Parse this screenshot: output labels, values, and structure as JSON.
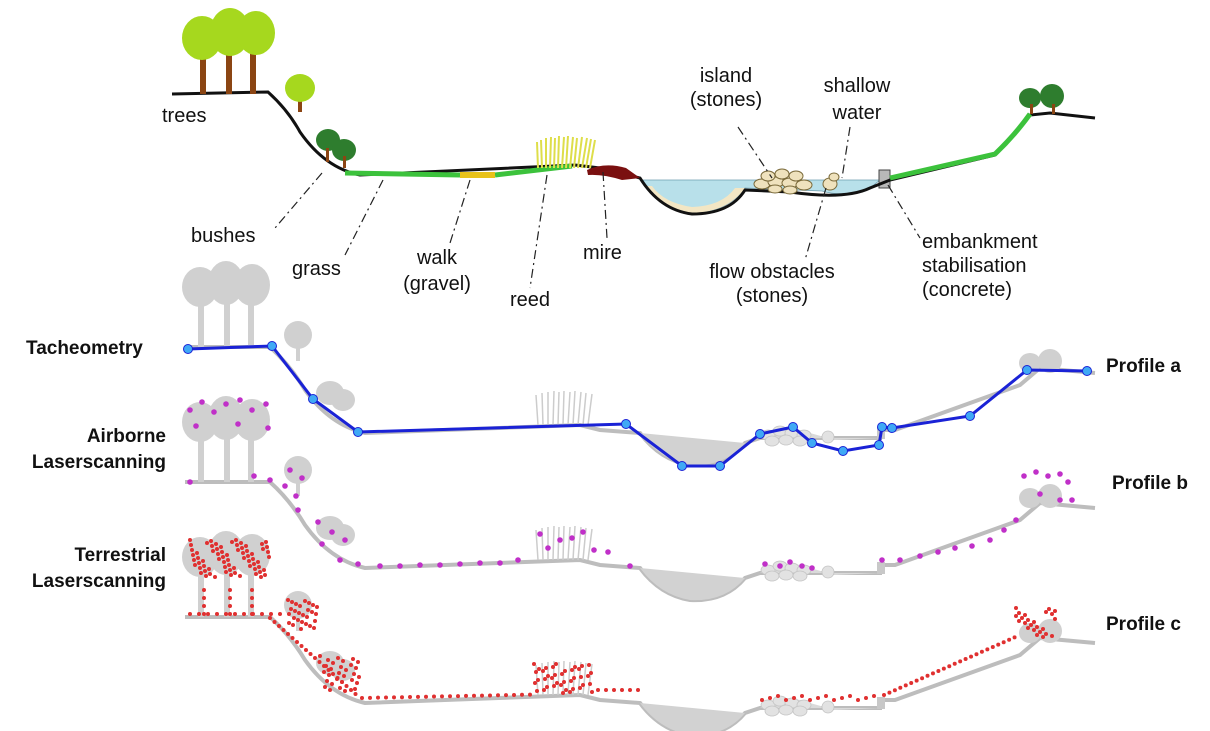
{
  "labels": {
    "trees": "trees",
    "bushes": "bushes",
    "grass": "grass",
    "walk": [
      "walk",
      "(gravel)"
    ],
    "reed": "reed",
    "mire": "mire",
    "island": [
      "island",
      "(stones)"
    ],
    "shallow_water": [
      "shallow",
      "water"
    ],
    "flow_obstacles": [
      "flow obstacles",
      "(stones)"
    ],
    "embankment": [
      "embankment",
      "stabilisation",
      "(concrete)"
    ]
  },
  "methods": {
    "tacheometry": [
      "Tacheometry"
    ],
    "airborne": [
      "Airborne",
      "Laserscanning"
    ],
    "terrestrial": [
      "Terrestrial",
      "Laserscanning"
    ]
  },
  "profiles": {
    "a": "Profile a",
    "b": "Profile b",
    "c": "Profile c"
  },
  "colors": {
    "tree_crown": "#a6d81e",
    "tree_trunk": "#8b4513",
    "bush": "#2e7d2e",
    "grass": "#3cc23c",
    "gravel": "#e8c21a",
    "reed": "#dede4a",
    "mire": "#7a1010",
    "water": "#b8e0ea",
    "sand": "#f3e6c4",
    "stone": "#efe2bd",
    "concrete": "#b8b8b8",
    "ground": "#111111",
    "grey_terrain": "#c8c8c8",
    "tacheometry_line": "#1a22d6",
    "tacheometry_point": "#3fa9f5",
    "airborne_point": "#c030c8",
    "terrestrial_point": "#e03030"
  }
}
